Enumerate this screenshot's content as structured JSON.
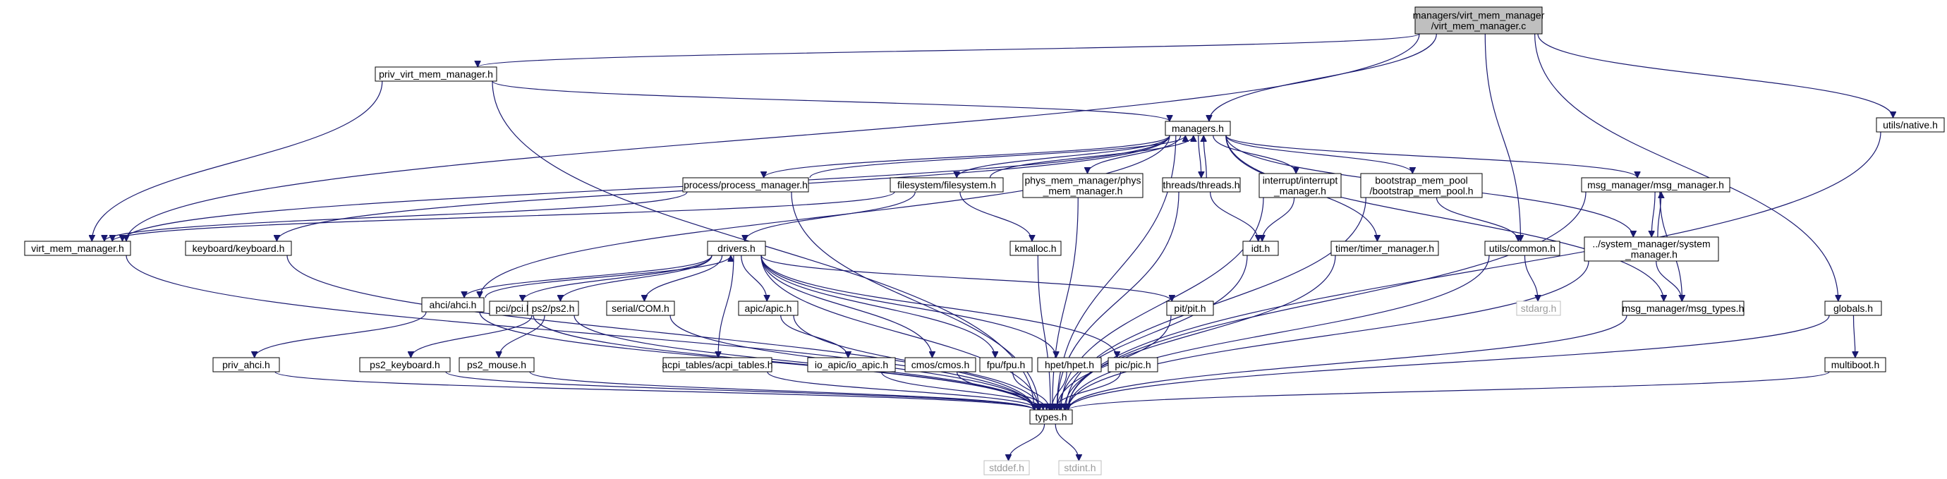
{
  "graph": {
    "nodes": [
      {
        "id": "root",
        "lines": [
          "managers/virt_mem_manager",
          "/virt_mem_manager.c"
        ],
        "style": "root"
      },
      {
        "id": "priv_virt",
        "lines": [
          "priv_virt_mem_manager.h"
        ],
        "style": "normal"
      },
      {
        "id": "managers",
        "lines": [
          "managers.h"
        ],
        "style": "normal"
      },
      {
        "id": "utils_native",
        "lines": [
          "utils/native.h"
        ],
        "style": "normal"
      },
      {
        "id": "process",
        "lines": [
          "process/process_manager.h"
        ],
        "style": "normal"
      },
      {
        "id": "filesystem",
        "lines": [
          "filesystem/filesystem.h"
        ],
        "style": "normal"
      },
      {
        "id": "phys",
        "lines": [
          "phys_mem_manager/phys",
          "_mem_manager.h"
        ],
        "style": "normal"
      },
      {
        "id": "threads",
        "lines": [
          "threads/threads.h"
        ],
        "style": "normal"
      },
      {
        "id": "interrupt",
        "lines": [
          "interrupt/interrupt",
          "_manager.h"
        ],
        "style": "normal"
      },
      {
        "id": "bootstrap",
        "lines": [
          "bootstrap_mem_pool",
          "/bootstrap_mem_pool.h"
        ],
        "style": "normal"
      },
      {
        "id": "msg_manager",
        "lines": [
          "msg_manager/msg_manager.h"
        ],
        "style": "normal"
      },
      {
        "id": "virt_h",
        "lines": [
          "virt_mem_manager.h"
        ],
        "style": "normal"
      },
      {
        "id": "keyboard",
        "lines": [
          "keyboard/keyboard.h"
        ],
        "style": "normal"
      },
      {
        "id": "kmalloc",
        "lines": [
          "kmalloc.h"
        ],
        "style": "normal"
      },
      {
        "id": "idt",
        "lines": [
          "idt.h"
        ],
        "style": "normal"
      },
      {
        "id": "timer",
        "lines": [
          "timer/timer_manager.h"
        ],
        "style": "normal"
      },
      {
        "id": "utils_common",
        "lines": [
          "utils/common.h"
        ],
        "style": "normal"
      },
      {
        "id": "system_manager",
        "lines": [
          "../system_manager/system",
          "_manager.h"
        ],
        "style": "normal"
      },
      {
        "id": "drivers",
        "lines": [
          "drivers.h"
        ],
        "style": "normal"
      },
      {
        "id": "ahci",
        "lines": [
          "ahci/ahci.h"
        ],
        "style": "normal"
      },
      {
        "id": "pci",
        "lines": [
          "pci/pci.h"
        ],
        "style": "normal"
      },
      {
        "id": "ps2",
        "lines": [
          "ps2/ps2.h"
        ],
        "style": "normal"
      },
      {
        "id": "serial",
        "lines": [
          "serial/COM.h"
        ],
        "style": "normal"
      },
      {
        "id": "apic",
        "lines": [
          "apic/apic.h"
        ],
        "style": "normal"
      },
      {
        "id": "pit",
        "lines": [
          "pit/pit.h"
        ],
        "style": "normal"
      },
      {
        "id": "stdarg",
        "lines": [
          "stdarg.h"
        ],
        "style": "external"
      },
      {
        "id": "msg_types",
        "lines": [
          "msg_manager/msg_types.h"
        ],
        "style": "normal"
      },
      {
        "id": "globals",
        "lines": [
          "globals.h"
        ],
        "style": "normal"
      },
      {
        "id": "priv_ahci",
        "lines": [
          "priv_ahci.h"
        ],
        "style": "normal"
      },
      {
        "id": "ps2_keyboard",
        "lines": [
          "ps2_keyboard.h"
        ],
        "style": "normal"
      },
      {
        "id": "ps2_mouse",
        "lines": [
          "ps2_mouse.h"
        ],
        "style": "normal"
      },
      {
        "id": "acpi",
        "lines": [
          "acpi_tables/acpi_tables.h"
        ],
        "style": "normal"
      },
      {
        "id": "io_apic",
        "lines": [
          "io_apic/io_apic.h"
        ],
        "style": "normal"
      },
      {
        "id": "cmos",
        "lines": [
          "cmos/cmos.h"
        ],
        "style": "normal"
      },
      {
        "id": "fpu",
        "lines": [
          "fpu/fpu.h"
        ],
        "style": "normal"
      },
      {
        "id": "hpet",
        "lines": [
          "hpet/hpet.h"
        ],
        "style": "normal"
      },
      {
        "id": "pic",
        "lines": [
          "pic/pic.h"
        ],
        "style": "normal"
      },
      {
        "id": "multiboot",
        "lines": [
          "multiboot.h"
        ],
        "style": "normal"
      },
      {
        "id": "types",
        "lines": [
          "types.h"
        ],
        "style": "normal"
      },
      {
        "id": "stddef",
        "lines": [
          "stddef.h"
        ],
        "style": "external"
      },
      {
        "id": "stdint",
        "lines": [
          "stdint.h"
        ],
        "style": "external"
      }
    ],
    "edges": [
      [
        "root",
        "priv_virt"
      ],
      [
        "root",
        "managers"
      ],
      [
        "root",
        "virt_h"
      ],
      [
        "root",
        "utils_common"
      ],
      [
        "root",
        "globals"
      ],
      [
        "root",
        "utils_native"
      ],
      [
        "priv_virt",
        "managers"
      ],
      [
        "priv_virt",
        "virt_h"
      ],
      [
        "priv_virt",
        "types"
      ],
      [
        "managers",
        "process"
      ],
      [
        "managers",
        "filesystem"
      ],
      [
        "managers",
        "phys"
      ],
      [
        "managers",
        "threads"
      ],
      [
        "managers",
        "interrupt"
      ],
      [
        "managers",
        "bootstrap"
      ],
      [
        "managers",
        "msg_manager"
      ],
      [
        "managers",
        "virt_h"
      ],
      [
        "managers",
        "keyboard"
      ],
      [
        "managers",
        "timer"
      ],
      [
        "managers",
        "system_manager"
      ],
      [
        "managers",
        "msg_types"
      ],
      [
        "managers",
        "types"
      ],
      [
        "managers",
        "ahci"
      ],
      [
        "process",
        "managers"
      ],
      [
        "process",
        "virt_h"
      ],
      [
        "process",
        "types"
      ],
      [
        "filesystem",
        "managers"
      ],
      [
        "filesystem",
        "drivers"
      ],
      [
        "filesystem",
        "kmalloc"
      ],
      [
        "filesystem",
        "virt_h"
      ],
      [
        "phys",
        "types"
      ],
      [
        "threads",
        "managers"
      ],
      [
        "threads",
        "idt"
      ],
      [
        "threads",
        "types"
      ],
      [
        "interrupt",
        "idt"
      ],
      [
        "interrupt",
        "types"
      ],
      [
        "bootstrap",
        "utils_common"
      ],
      [
        "bootstrap",
        "types"
      ],
      [
        "msg_manager",
        "system_manager"
      ],
      [
        "msg_manager",
        "msg_types"
      ],
      [
        "msg_manager",
        "types"
      ],
      [
        "system_manager",
        "msg_manager"
      ],
      [
        "system_manager",
        "msg_types"
      ],
      [
        "system_manager",
        "types"
      ],
      [
        "virt_h",
        "types"
      ],
      [
        "keyboard",
        "types"
      ],
      [
        "kmalloc",
        "types"
      ],
      [
        "idt",
        "types"
      ],
      [
        "timer",
        "types"
      ],
      [
        "utils_common",
        "stdarg"
      ],
      [
        "utils_common",
        "types"
      ],
      [
        "drivers",
        "ahci"
      ],
      [
        "drivers",
        "pci"
      ],
      [
        "drivers",
        "ps2"
      ],
      [
        "drivers",
        "serial"
      ],
      [
        "drivers",
        "acpi"
      ],
      [
        "drivers",
        "apic"
      ],
      [
        "drivers",
        "cmos"
      ],
      [
        "drivers",
        "fpu"
      ],
      [
        "drivers",
        "hpet"
      ],
      [
        "drivers",
        "pic"
      ],
      [
        "drivers",
        "pit"
      ],
      [
        "drivers",
        "types"
      ],
      [
        "ahci",
        "drivers"
      ],
      [
        "ahci",
        "priv_ahci"
      ],
      [
        "ahci",
        "types"
      ],
      [
        "priv_ahci",
        "types"
      ],
      [
        "pci",
        "types"
      ],
      [
        "ps2",
        "ps2_keyboard"
      ],
      [
        "ps2",
        "ps2_mouse"
      ],
      [
        "ps2",
        "types"
      ],
      [
        "ps2_keyboard",
        "types"
      ],
      [
        "ps2_mouse",
        "types"
      ],
      [
        "serial",
        "types"
      ],
      [
        "acpi",
        "types"
      ],
      [
        "apic",
        "io_apic"
      ],
      [
        "apic",
        "types"
      ],
      [
        "io_apic",
        "types"
      ],
      [
        "cmos",
        "types"
      ],
      [
        "fpu",
        "types"
      ],
      [
        "hpet",
        "types"
      ],
      [
        "pic",
        "types"
      ],
      [
        "pit",
        "types"
      ],
      [
        "msg_types",
        "types"
      ],
      [
        "globals",
        "multiboot"
      ],
      [
        "globals",
        "types"
      ],
      [
        "multiboot",
        "types"
      ],
      [
        "utils_native",
        "types"
      ],
      [
        "types",
        "stddef"
      ],
      [
        "types",
        "stdint"
      ]
    ]
  }
}
